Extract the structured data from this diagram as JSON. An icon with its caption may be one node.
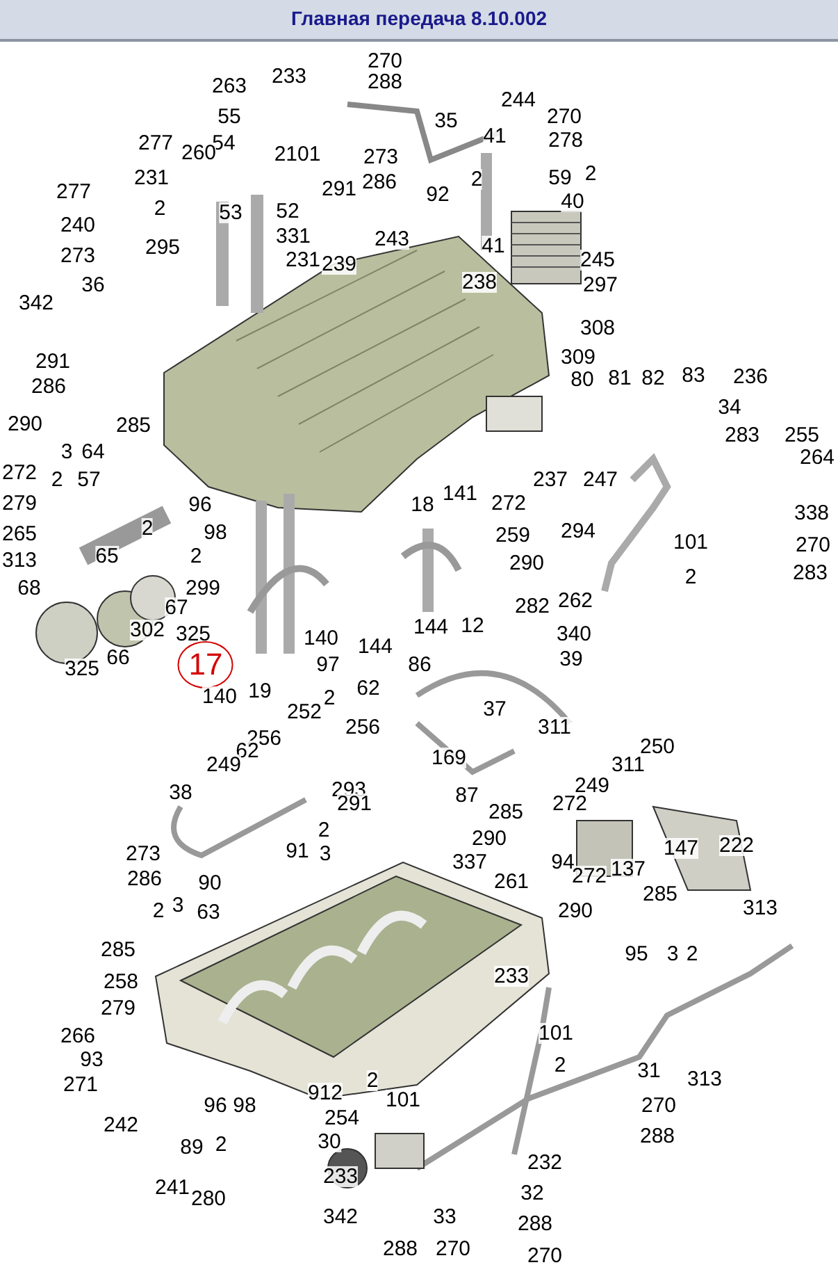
{
  "diagram": {
    "title": "Главная передача 8.10.002",
    "labels": [
      "270",
      "233",
      "288",
      "263",
      "244",
      "35",
      "270",
      "55",
      "41",
      "278",
      "277",
      "54",
      "260",
      "2101",
      "273",
      "231",
      "59",
      "2",
      "2",
      "40",
      "286",
      "291",
      "277",
      "92",
      "2",
      "53",
      "52",
      "240",
      "331",
      "243",
      "41",
      "295",
      "273",
      "231",
      "239",
      "245",
      "238",
      "297",
      "36",
      "342",
      "308",
      "309",
      "291",
      "80",
      "81",
      "82",
      "83",
      "236",
      "286",
      "34",
      "290",
      "285",
      "283",
      "255",
      "3",
      "64",
      "272",
      "264",
      "237",
      "247",
      "2",
      "57",
      "141",
      "18",
      "279",
      "96",
      "272",
      "338",
      "2",
      "98",
      "259",
      "294",
      "265",
      "101",
      "270",
      "2",
      "65",
      "313",
      "290",
      "2",
      "283",
      "68",
      "299",
      "67",
      "262",
      "282",
      "12",
      "144",
      "302",
      "325",
      "140",
      "144",
      "340",
      "39",
      "66",
      "17",
      "97",
      "86",
      "325",
      "140",
      "19",
      "2",
      "62",
      "37",
      "252",
      "256",
      "311",
      "256",
      "250",
      "62",
      "169",
      "311",
      "249",
      "249",
      "293",
      "38",
      "87",
      "291",
      "272",
      "285",
      "2",
      "290",
      "222",
      "147",
      "91",
      "3",
      "273",
      "337",
      "94",
      "137",
      "272",
      "286",
      "90",
      "261",
      "285",
      "3",
      "2",
      "63",
      "313",
      "290",
      "285",
      "95",
      "3",
      "2",
      "233",
      "258",
      "279",
      "101",
      "266",
      "93",
      "2",
      "31",
      "313",
      "271",
      "2",
      "912",
      "101",
      "96",
      "98",
      "270",
      "254",
      "242",
      "288",
      "2",
      "89",
      "30",
      "232",
      "233",
      "241",
      "32",
      "280",
      "342",
      "33",
      "288",
      "288",
      "270",
      "270"
    ]
  }
}
